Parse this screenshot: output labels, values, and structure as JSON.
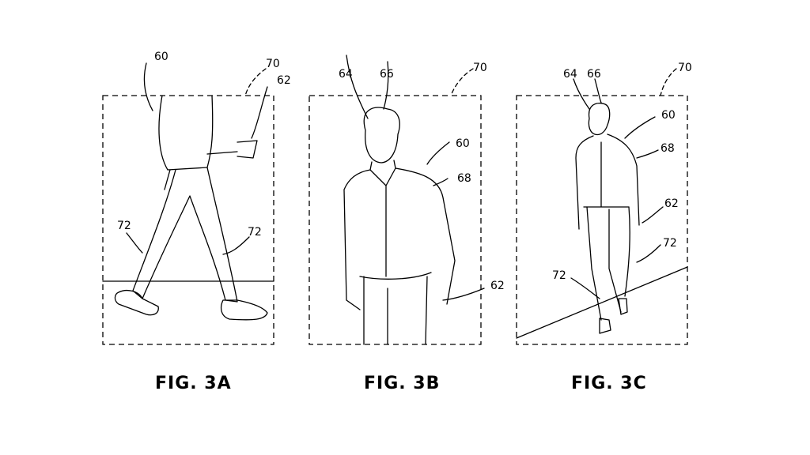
{
  "figures": [
    {
      "caption": "FIG. 3A",
      "refs": [
        "60",
        "70",
        "62",
        "72",
        "72"
      ]
    },
    {
      "caption": "FIG. 3B",
      "refs": [
        "64",
        "66",
        "70",
        "60",
        "68",
        "62"
      ]
    },
    {
      "caption": "FIG. 3C",
      "refs": [
        "64",
        "66",
        "70",
        "60",
        "68",
        "62",
        "72",
        "72"
      ]
    }
  ]
}
